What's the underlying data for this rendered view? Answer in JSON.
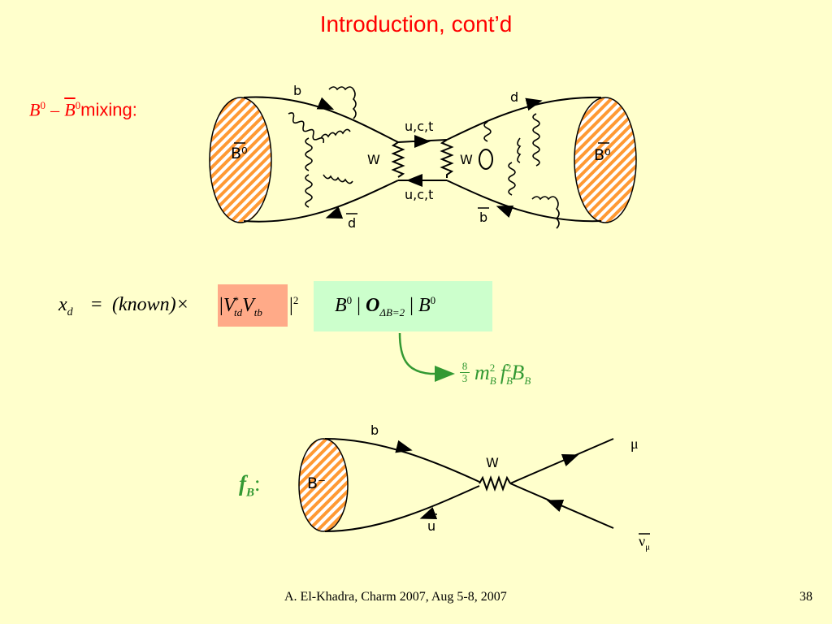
{
  "title": "Introduction, cont’d",
  "mixing": {
    "b_symbol": "B",
    "sup0": "0",
    "minus": "–",
    "label": "mixing:"
  },
  "box_diagram": {
    "left_meson": "B⁰",
    "right_meson": "B⁰",
    "quark_b": "b",
    "quark_dbar": "d",
    "quark_d": "d",
    "quark_bbar": "b",
    "top_internal": "u,c,t",
    "bottom_internal": "u,c,t",
    "w_left": "W",
    "w_right": "W"
  },
  "formula": {
    "x": "x",
    "x_sub": "d",
    "equals": "=",
    "known": "(known)×",
    "ckm_bar_left": "|",
    "V1": "V",
    "V1_sub": "td",
    "V1_sup": "*",
    "V2": "V",
    "V2_sub": "tb",
    "ckm_bar_right": "|",
    "ckm_exp": "2",
    "me_b": "B",
    "me_sup": "0",
    "me_bar1": "|",
    "me_op": "O",
    "me_op_sub": "ΔB=2",
    "me_bar2": "|",
    "me_b2": "B",
    "me_sup2": "0"
  },
  "result": {
    "frac_num": "8",
    "frac_den": "3",
    "m": "m",
    "m_sub": "B",
    "m_sup": "2",
    "f": "f",
    "f_sub": "B",
    "f_sup": "2",
    "B": "B",
    "B_sub": "B"
  },
  "decay_diagram": {
    "label_f": "f",
    "label_sub": "B",
    "label_colon": ":",
    "meson": "B⁻",
    "quark_b": "b",
    "quark_ubar": "u",
    "w": "W",
    "mu": "μ",
    "nu": "ν",
    "nu_sub": "μ"
  },
  "footer": "A. El-Khadra, Charm 2007, Aug 5-8, 2007",
  "page_number": "38",
  "colors": {
    "background": "#ffffcc",
    "title": "#ff0000",
    "green": "#339933",
    "ckm_box": "#ffaa88",
    "matrix_box": "#ccffcc",
    "meson_fill": "#ff9933"
  }
}
